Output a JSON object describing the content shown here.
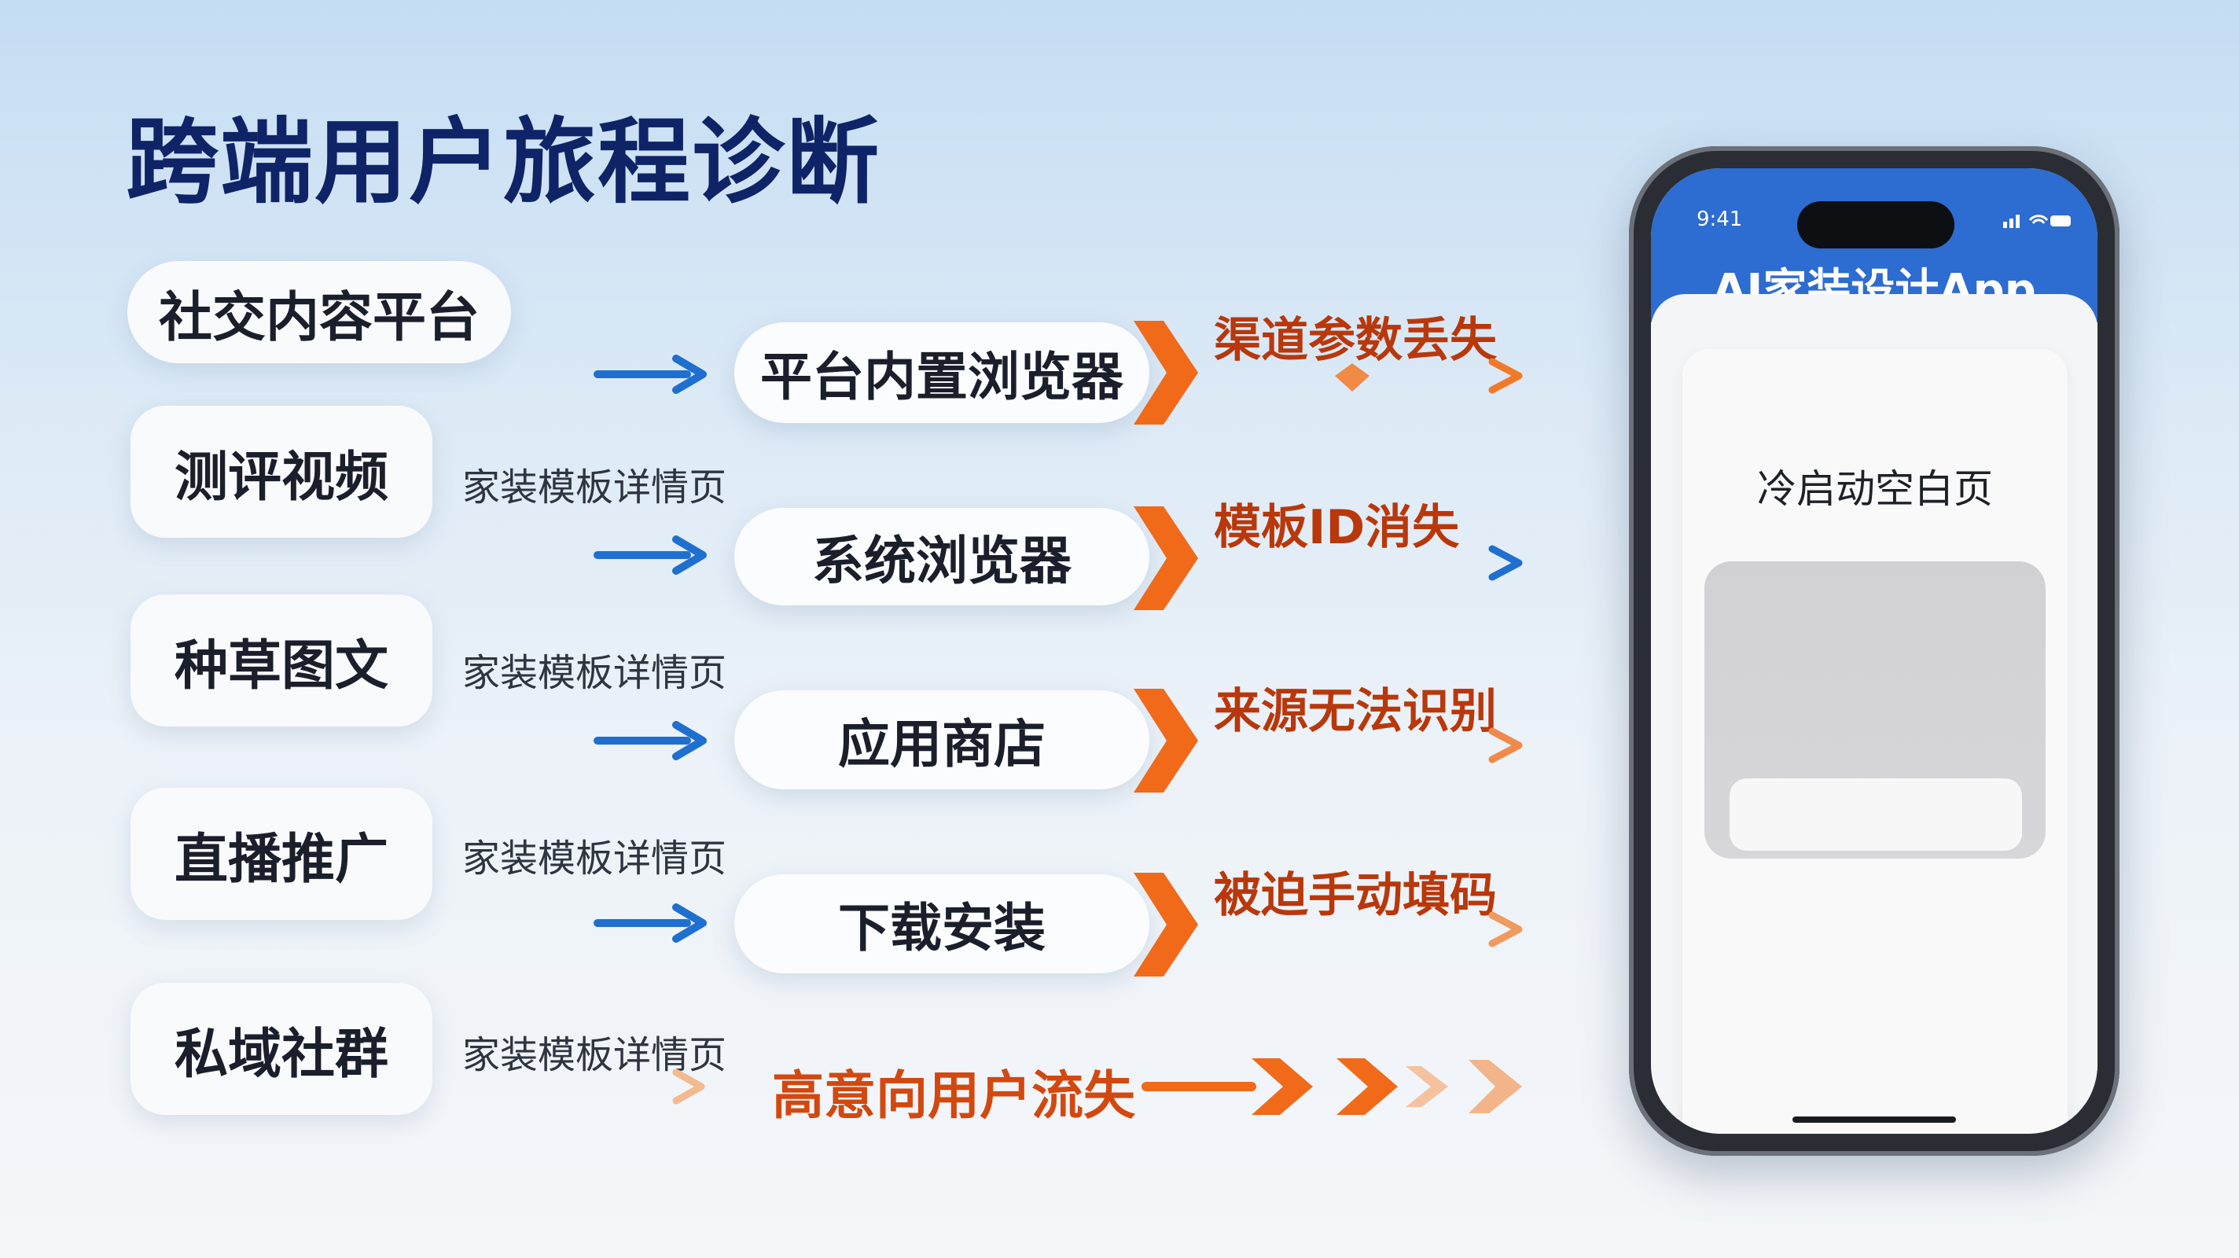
{
  "title": "跨端用户旅程诊断",
  "sources": [
    "社交内容平台",
    "测评视频",
    "种草图文",
    "直播推广",
    "私域社群"
  ],
  "detail_label": "家装模板详情页",
  "channels": [
    "平台内置浏览器",
    "系统浏览器",
    "应用商店",
    "下载安装"
  ],
  "failures": [
    "渠道参数丢失",
    "模板ID消失",
    "来源无法识别",
    "被迫手动填码"
  ],
  "loss_label": "高意向用户流失",
  "phone": {
    "time": "9:41",
    "app_title": "AI家装设计App",
    "screen_label": "冷启动空白页"
  },
  "colors": {
    "blue": "#1f6fd0",
    "orange": "#f06a1a",
    "title": "#0f2467",
    "failure_text": "#b8380c"
  }
}
